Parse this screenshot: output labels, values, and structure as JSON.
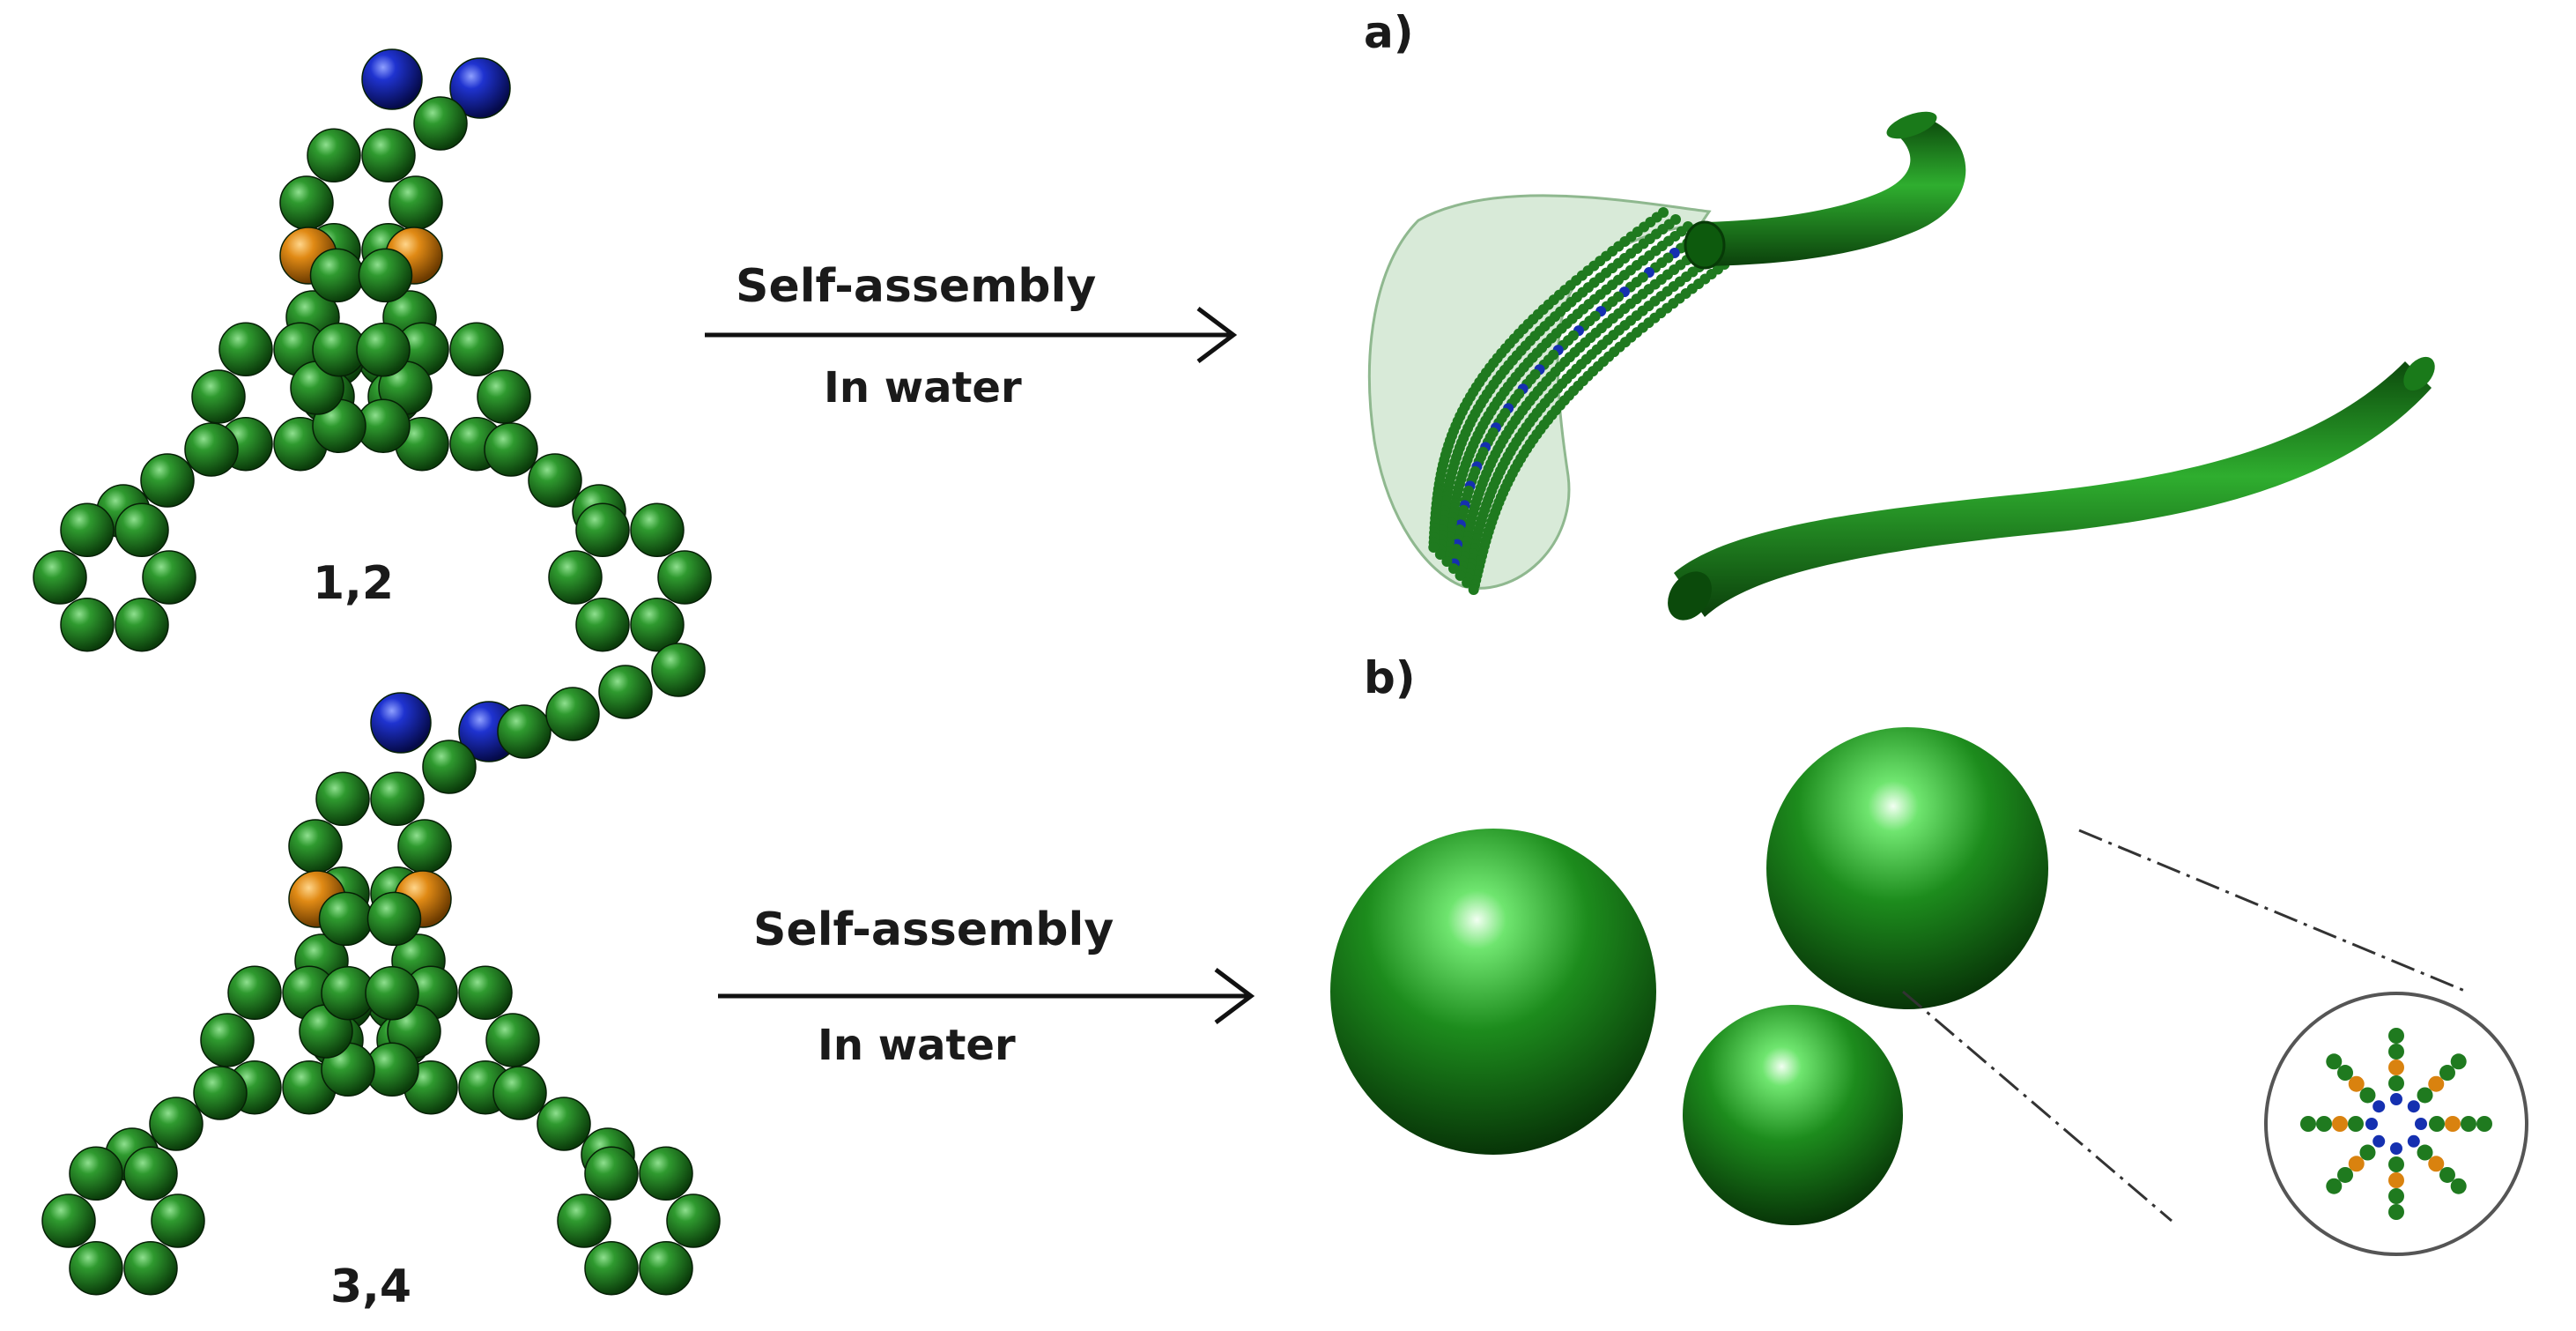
{
  "labels": {
    "panel_a": "a)",
    "panel_b": "b)",
    "molecule_top": "1,2",
    "molecule_bottom": "3,4"
  },
  "arrows": {
    "top": {
      "line1": "Self-assembly",
      "line2": "In water"
    },
    "bottom": {
      "line1": "Self-assembly",
      "line2": "In water"
    }
  },
  "colors": {
    "green_atom": "#1f7a1f",
    "blue_atom": "#1020b0",
    "orange_atom": "#d9820f",
    "tube_green": "#1b8a1b",
    "text": "#1a1a1a"
  }
}
